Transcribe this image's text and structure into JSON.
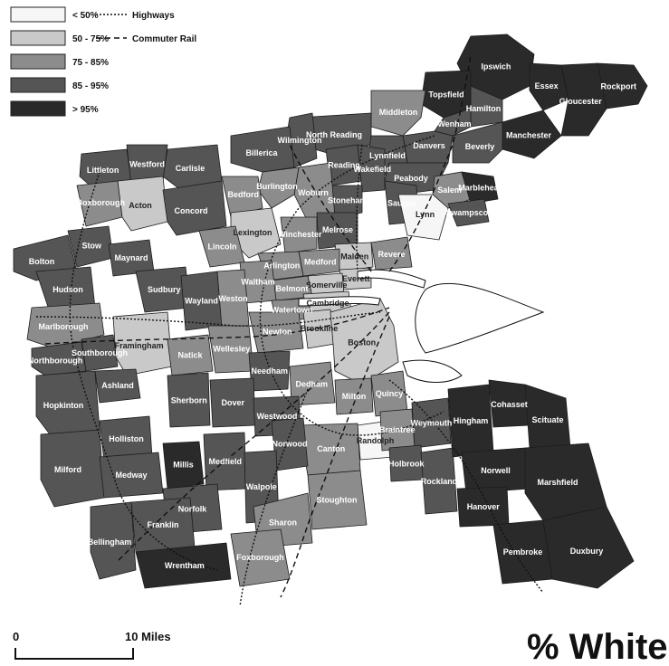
{
  "title": "% White",
  "legend": {
    "classes": [
      {
        "label": "< 50%",
        "color": "#f6f6f6"
      },
      {
        "label": "50 - 75%",
        "color": "#c9c9c9"
      },
      {
        "label": "75 - 85%",
        "color": "#8c8c8c"
      },
      {
        "label": "85 - 95%",
        "color": "#555555"
      },
      {
        "label": "> 95%",
        "color": "#2a2a2a"
      }
    ],
    "lines": [
      {
        "label": "Highways",
        "style": "dotted"
      },
      {
        "label": "Commuter Rail",
        "style": "dashed"
      }
    ]
  },
  "scale_bar": {
    "start_label": "0",
    "end_label": "10 Miles"
  },
  "towns": [
    {
      "name": "Ipswich",
      "class": 4
    },
    {
      "name": "Rockport",
      "class": 4
    },
    {
      "name": "Essex",
      "class": 4
    },
    {
      "name": "Gloucester",
      "class": 4
    },
    {
      "name": "Topsfield",
      "class": 4
    },
    {
      "name": "Hamilton",
      "class": 3
    },
    {
      "name": "Wenham",
      "class": 3
    },
    {
      "name": "Manchester",
      "class": 4
    },
    {
      "name": "Middleton",
      "class": 2
    },
    {
      "name": "Danvers",
      "class": 3
    },
    {
      "name": "Beverly",
      "class": 3
    },
    {
      "name": "North Reading",
      "class": 3
    },
    {
      "name": "Wilmington",
      "class": 3
    },
    {
      "name": "Lynnfield",
      "class": 3
    },
    {
      "name": "Peabody",
      "class": 3
    },
    {
      "name": "Salem",
      "class": 2
    },
    {
      "name": "Marblehead",
      "class": 4
    },
    {
      "name": "Swampscott",
      "class": 3
    },
    {
      "name": "Reading",
      "class": 3
    },
    {
      "name": "Wakefield",
      "class": 3
    },
    {
      "name": "Saugus",
      "class": 3
    },
    {
      "name": "Lynn",
      "class": 0
    },
    {
      "name": "Stoneham",
      "class": 3
    },
    {
      "name": "Woburn",
      "class": 2
    },
    {
      "name": "Burlington",
      "class": 2
    },
    {
      "name": "Billerica",
      "class": 3
    },
    {
      "name": "Littleton",
      "class": 3
    },
    {
      "name": "Carlisle",
      "class": 3
    },
    {
      "name": "Westford",
      "class": 3
    },
    {
      "name": "Boxborough",
      "class": 2
    },
    {
      "name": "Acton",
      "class": 1
    },
    {
      "name": "Concord",
      "class": 3
    },
    {
      "name": "Bedford",
      "class": 2
    },
    {
      "name": "Lexington",
      "class": 1
    },
    {
      "name": "Winchester",
      "class": 2
    },
    {
      "name": "Melrose",
      "class": 3
    },
    {
      "name": "Malden",
      "class": 1
    },
    {
      "name": "Revere",
      "class": 2
    },
    {
      "name": "Medford",
      "class": 2
    },
    {
      "name": "Everett",
      "class": 1
    },
    {
      "name": "Arlington",
      "class": 2
    },
    {
      "name": "Somerville",
      "class": 1
    },
    {
      "name": "Belmont",
      "class": 2
    },
    {
      "name": "Cambridge",
      "class": 1
    },
    {
      "name": "Lincoln",
      "class": 2
    },
    {
      "name": "Waltham",
      "class": 2
    },
    {
      "name": "Watertown",
      "class": 2
    },
    {
      "name": "Bolton",
      "class": 3
    },
    {
      "name": "Stow",
      "class": 3
    },
    {
      "name": "Maynard",
      "class": 3
    },
    {
      "name": "Sudbury",
      "class": 3
    },
    {
      "name": "Hudson",
      "class": 3
    },
    {
      "name": "Marlborough",
      "class": 2
    },
    {
      "name": "Wayland",
      "class": 3
    },
    {
      "name": "Weston",
      "class": 2
    },
    {
      "name": "Newton",
      "class": 2
    },
    {
      "name": "Brookline",
      "class": 1
    },
    {
      "name": "Boston",
      "class": 1
    },
    {
      "name": "Northborough",
      "class": 3
    },
    {
      "name": "Southborough",
      "class": 3
    },
    {
      "name": "Framingham",
      "class": 1
    },
    {
      "name": "Natick",
      "class": 2
    },
    {
      "name": "Wellesley",
      "class": 2
    },
    {
      "name": "Needham",
      "class": 3
    },
    {
      "name": "Dedham",
      "class": 2
    },
    {
      "name": "Hopkinton",
      "class": 3
    },
    {
      "name": "Ashland",
      "class": 3
    },
    {
      "name": "Sherborn",
      "class": 3
    },
    {
      "name": "Dover",
      "class": 3
    },
    {
      "name": "Westwood",
      "class": 3
    },
    {
      "name": "Milton",
      "class": 2
    },
    {
      "name": "Quincy",
      "class": 2
    },
    {
      "name": "Randolph",
      "class": 0
    },
    {
      "name": "Canton",
      "class": 2
    },
    {
      "name": "Norwood",
      "class": 3
    },
    {
      "name": "Holliston",
      "class": 3
    },
    {
      "name": "Millis",
      "class": 4
    },
    {
      "name": "Medfield",
      "class": 3
    },
    {
      "name": "Walpole",
      "class": 3
    },
    {
      "name": "Braintree",
      "class": 2
    },
    {
      "name": "Weymouth",
      "class": 3
    },
    {
      "name": "Holbrook",
      "class": 3
    },
    {
      "name": "Rockland",
      "class": 3
    },
    {
      "name": "Hingham",
      "class": 4
    },
    {
      "name": "Cohasset",
      "class": 4
    },
    {
      "name": "Scituate",
      "class": 4
    },
    {
      "name": "Norwell",
      "class": 4
    },
    {
      "name": "Hanover",
      "class": 4
    },
    {
      "name": "Marshfield",
      "class": 4
    },
    {
      "name": "Pembroke",
      "class": 4
    },
    {
      "name": "Duxbury",
      "class": 4
    },
    {
      "name": "Milford",
      "class": 3
    },
    {
      "name": "Medway",
      "class": 3
    },
    {
      "name": "Norfolk",
      "class": 3
    },
    {
      "name": "Sharon",
      "class": 2
    },
    {
      "name": "Stoughton",
      "class": 2
    },
    {
      "name": "Bellingham",
      "class": 3
    },
    {
      "name": "Franklin",
      "class": 3
    },
    {
      "name": "Wrentham",
      "class": 4
    },
    {
      "name": "Foxborough",
      "class": 2
    }
  ]
}
